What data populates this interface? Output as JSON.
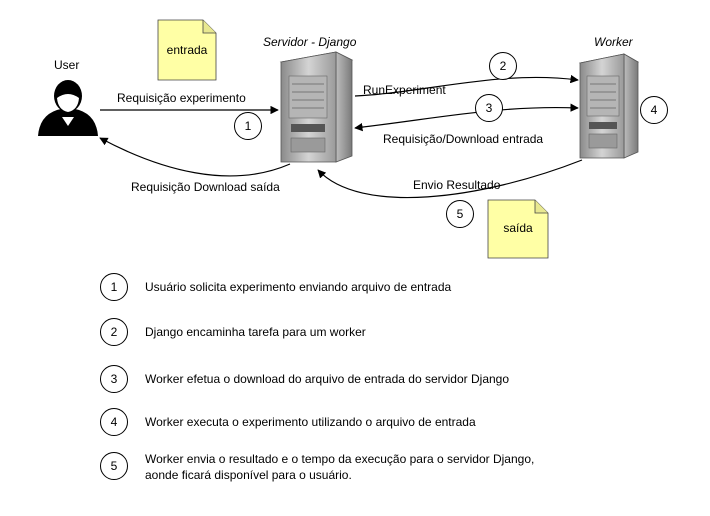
{
  "nodes": {
    "user": "User",
    "server": "Servidor - Django",
    "worker": "Worker"
  },
  "notes": {
    "input": "entrada",
    "output": "saída"
  },
  "edges": {
    "request_experiment": "Requisição experimento",
    "request_download_output": "Requisição Download saída",
    "run_experiment": "RunExperiment",
    "request_download_input": "Requisição/Download entrada",
    "send_result": "Envio Resultado"
  },
  "step_numbers": {
    "s1": "1",
    "s2": "2",
    "s3": "3",
    "s4": "4",
    "s5": "5"
  },
  "legend": [
    {
      "num": "1",
      "text": "Usuário solicita experimento enviando arquivo de entrada"
    },
    {
      "num": "2",
      "text": "Django encaminha tarefa para um worker"
    },
    {
      "num": "3",
      "text": "Worker efetua o download do arquivo de entrada do servidor Django"
    },
    {
      "num": "4",
      "text": "Worker executa o experimento utilizando o arquivo de entrada"
    },
    {
      "num": "5",
      "text": "Worker envia o resultado e o tempo da execução para o servidor Django,",
      "text2": "aonde ficará disponível  para o usuário."
    }
  ]
}
